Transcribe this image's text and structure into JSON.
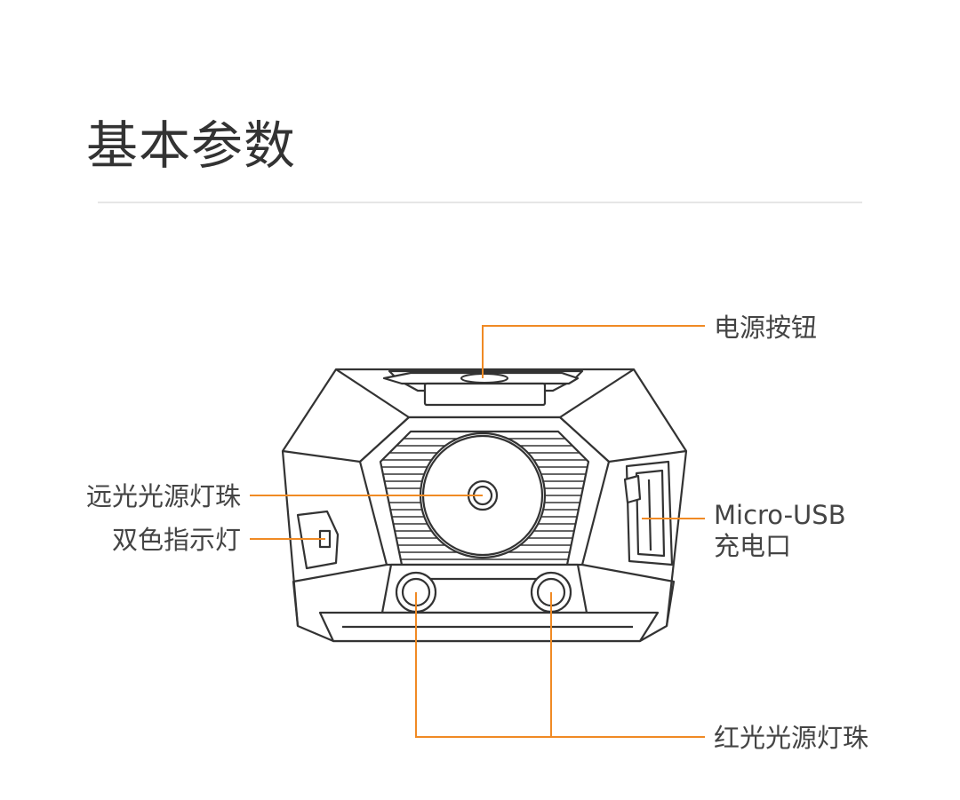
{
  "header": {
    "title": "基本参数"
  },
  "diagram": {
    "callout_color": "#f08a24",
    "labels": {
      "power_button": "电源按钮",
      "high_beam_led": "远光光源灯珠",
      "dual_color_indicator": "双色指示灯",
      "micro_usb": "Micro-USB",
      "micro_usb_port": "充电口",
      "red_led": "红光光源灯珠"
    }
  }
}
